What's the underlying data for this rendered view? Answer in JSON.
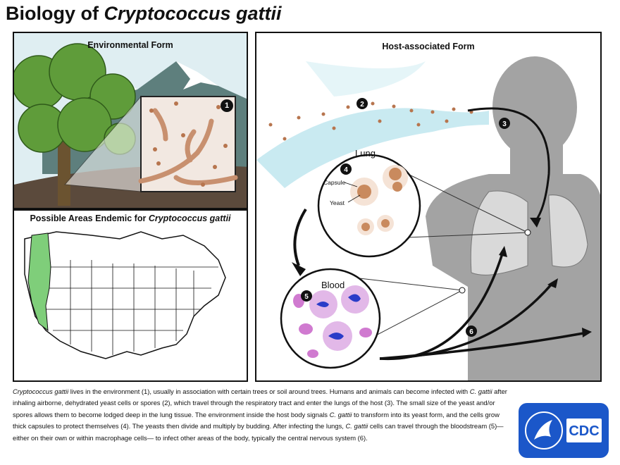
{
  "title": {
    "prefix": "Biology of ",
    "species": "Cryptococcus gattii"
  },
  "panels": {
    "environmental": {
      "title": "Environmental Form"
    },
    "map": {
      "title_prefix": "Possible Areas Endemic for ",
      "title_species": "Cryptococcus gattii"
    },
    "host": {
      "title": "Host-associated Form"
    }
  },
  "steps": [
    "1",
    "2",
    "3",
    "4",
    "5",
    "6"
  ],
  "labels": {
    "lung": "Lung",
    "blood": "Blood",
    "capsule": "Capsule",
    "yeast": "Yeast"
  },
  "caption": {
    "s1_species": "Cryptococcus gattii",
    "s1": " lives in the environment (1), usually in association with certain trees or soil around trees. Humans and animals can become infected with ",
    "s2_species": "C. gattii",
    "s2": " after inhaling airborne, dehydrated yeast cells or spores (2), which travel through the respiratory tract and enter the lungs of the host (3). The small size of the yeast and/or spores allows them to become lodged deep in the lung tissue. The environment inside the host body signals ",
    "s3_species": "C. gattii",
    "s3": " to transform into its yeast form, and the cells grow thick capsules to protect themselves (4). The yeasts then divide and multiply by budding. After infecting the lungs, ",
    "s4_species": "C. gattii",
    "s4": " cells can travel through the bloodstream (5)—either on their own or within macrophage cells— to infect other areas of the body, typically the central nervous system (6)."
  },
  "logo": {
    "text": "CDC"
  },
  "colors": {
    "endemic": "#7fce7a",
    "tree": "#5f9c3a",
    "hypha": "#d9a185",
    "spore": "#b7754e",
    "air": "#bfe6ef",
    "body": "#a3a3a3",
    "cell": "#d07ad0",
    "nucleus": "#2a3cc8",
    "logo_bg": "#1b57c9"
  }
}
